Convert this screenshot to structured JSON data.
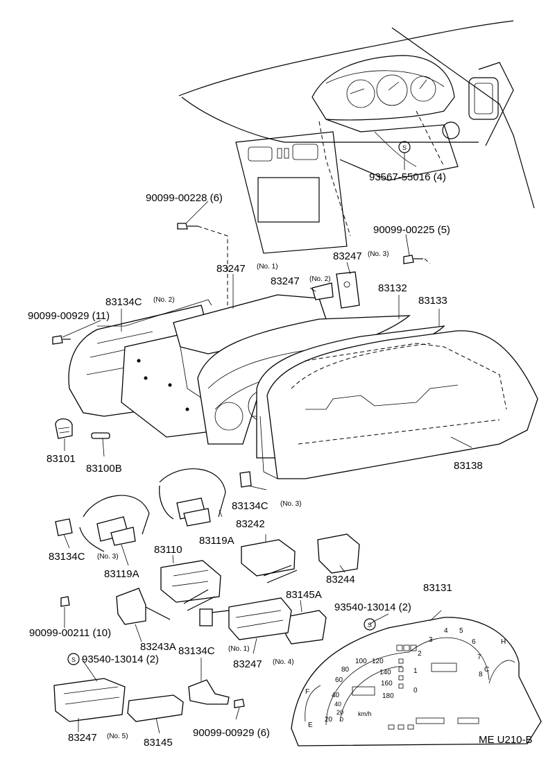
{
  "diagram_code": "ME U210-B",
  "labels": {
    "p93567": "93567-55016 (4)",
    "p90099_228": "90099-00228 (6)",
    "p90099_225": "90099-00225 (5)",
    "p83247_no3_num": "83247",
    "p83247_no3_note": "(No. 3)",
    "p83247_no1_num": "83247",
    "p83247_no1_note": "(No. 1)",
    "p83247_no2_num": "83247",
    "p83247_no2_note": "(No. 2)",
    "p83132": "83132",
    "p83133": "83133",
    "p83134c_no2_num": "83134C",
    "p83134c_no2_note": "(No. 2)",
    "p90099_929_11": "90099-00929 (11)",
    "p83101": "83101",
    "p83100b": "83100B",
    "p83138": "83138",
    "p83134c_no3_r_num": "83134C",
    "p83134c_no3_r_note": "(No. 3)",
    "p83242": "83242",
    "p83119a_r": "83119A",
    "p83110": "83110",
    "p83134c_no3_l_num": "83134C",
    "p83134c_no3_l_note": "(No. 3)",
    "p83119a_l": "83119A",
    "p83244": "83244",
    "p83145a": "83145A",
    "p83131": "83131",
    "p93540_r": "93540-13014 (2)",
    "p90099_211": "90099-00211 (10)",
    "p83243a": "83243A",
    "p93540_l": "93540-13014 (2)",
    "p83134c_no1_num": "83134C",
    "p83134c_no1_note": "(No. 1)",
    "p83247_no4_num": "83247",
    "p83247_no4_note": "(No. 4)",
    "p83247_no5_num": "83247",
    "p83247_no5_note": "(No. 5)",
    "p83145": "83145",
    "p90099_929_6": "90099-00929 (6)",
    "s_symbol": "S"
  },
  "gauge": {
    "speed_ticks": [
      "20",
      "40",
      "60",
      "80",
      "100",
      "120",
      "140",
      "160",
      "180"
    ],
    "speed_unit": "km/h",
    "inner_ticks": [
      "0",
      "20",
      "40",
      "60",
      "80",
      "100"
    ],
    "tach_ticks": [
      "1",
      "2",
      "3",
      "4",
      "5",
      "6",
      "7",
      "8"
    ],
    "fuel_f": "F",
    "fuel_e": "E",
    "temp_h": "H",
    "temp_c": "C",
    "speed_zero": "0"
  }
}
